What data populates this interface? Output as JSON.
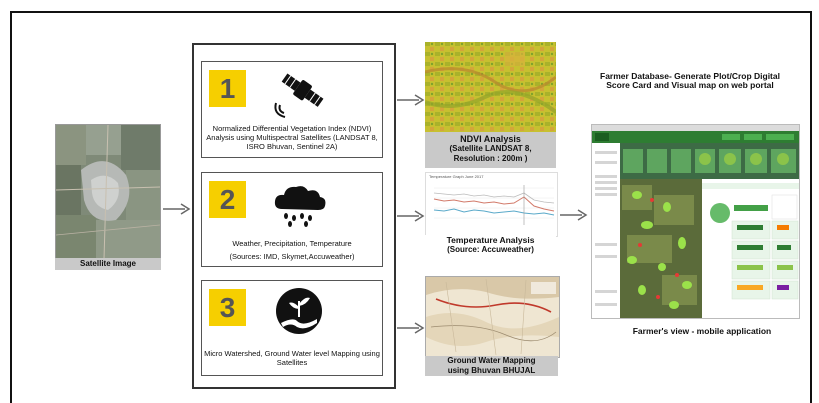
{
  "satellite": {
    "caption": "Satellite Image"
  },
  "panels": [
    {
      "number": "1",
      "icon": "satellite-icon",
      "text": "Normalized Differential Vegetation Index (NDVI) Analysis using Multispectral Satellites (LANDSAT 8, ISRO Bhuvan, Sentinel 2A)"
    },
    {
      "number": "2",
      "icon": "rain-cloud-icon",
      "text_line1": "Weather, Precipitation, Temperature",
      "text_line2": "(Sources: IMD, Skymet,Accuweather)"
    },
    {
      "number": "3",
      "icon": "watershed-icon",
      "text": "Micro Watershed, Ground Water level Mapping using Satellites"
    }
  ],
  "outputs": {
    "ndvi": {
      "title": "NDVI Analysis",
      "subtitle": "(Satellite LANDSAT 8, Resolution : 200m )"
    },
    "temperature": {
      "chart_title": "Temperature Graph June 2017",
      "title": "Temperature Analysis",
      "subtitle": "(Source: Accuweather)"
    },
    "groundwater": {
      "title": "Ground Water Mapping using Bhuvan BHUJAL"
    }
  },
  "right": {
    "title": "Farmer Database- Generate Plot/Crop Digital Score Card and Visual map on web portal",
    "caption": "Farmer's view - mobile application"
  },
  "colors": {
    "accent_yellow": "#f6cf00",
    "caption_grey": "#c9c9c9",
    "portal_green": "#2e7d32"
  }
}
